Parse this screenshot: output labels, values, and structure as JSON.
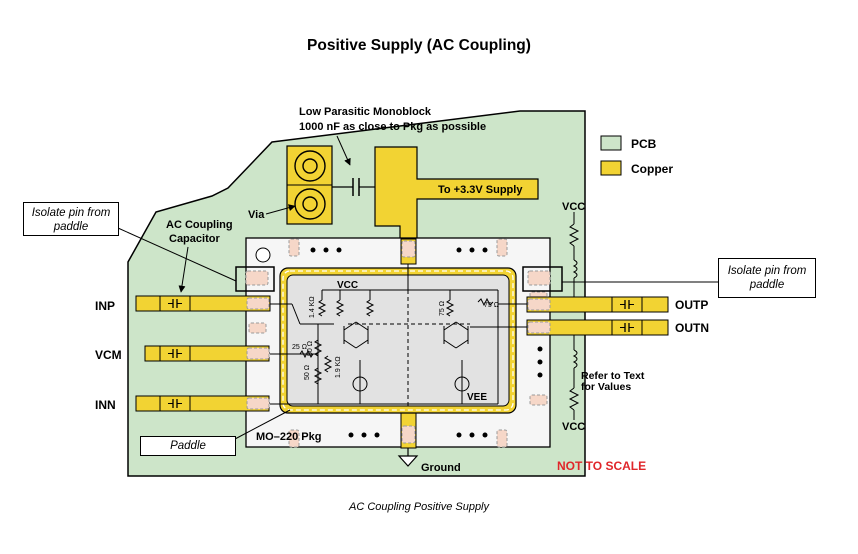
{
  "title": "Positive Supply (AC Coupling)",
  "caption": "AC Coupling Positive Supply",
  "colors": {
    "pcb": "#cde5c9",
    "copper": "#f2d333",
    "pkg": "#f6f6f6",
    "trace": "#000000",
    "warning": "#e0262a"
  },
  "legend": {
    "pcb_label": "PCB",
    "copper_label": "Copper"
  },
  "annotations": {
    "monoblock_line1": "Low Parasitic Monoblock",
    "monoblock_line2": "1000 nF as close to Pkg as possible",
    "supply": "To +3.3V Supply",
    "via": "Via",
    "coupling_line1": "AC Coupling",
    "coupling_line2": "Capacitor",
    "isolate_left": "Isolate pin  from paddle",
    "isolate_right": "Isolate pin  from paddle",
    "paddle": "Paddle",
    "package": "MO–220 Pkg",
    "ground": "Ground",
    "not_to_scale": "NOT TO SCALE",
    "refer_line1": "Refer to Text",
    "refer_line2": "for Values"
  },
  "pins": {
    "inp": "INP",
    "vcm": "VCM",
    "inn": "INN",
    "outp": "OUTP",
    "outn": "OUTN"
  },
  "circuit": {
    "vcc": "VCC",
    "vee": "VEE",
    "r_1_4k": "1.4 KΩ",
    "r_50a": "50 Ω",
    "r_25": "25 Ω",
    "r_50b": "50 Ω",
    "r_1_9k": "1.9 KΩ",
    "r_75v": "75 Ω",
    "r_75h": "75 Ω"
  },
  "rails": {
    "vcc_top": "VCC",
    "vcc_bottom": "VCC"
  },
  "icons": [
    "via-icon",
    "capacitor-icon",
    "resistor-icon",
    "inductor-icon",
    "ground-icon",
    "current-source-icon",
    "transistor-icon"
  ]
}
